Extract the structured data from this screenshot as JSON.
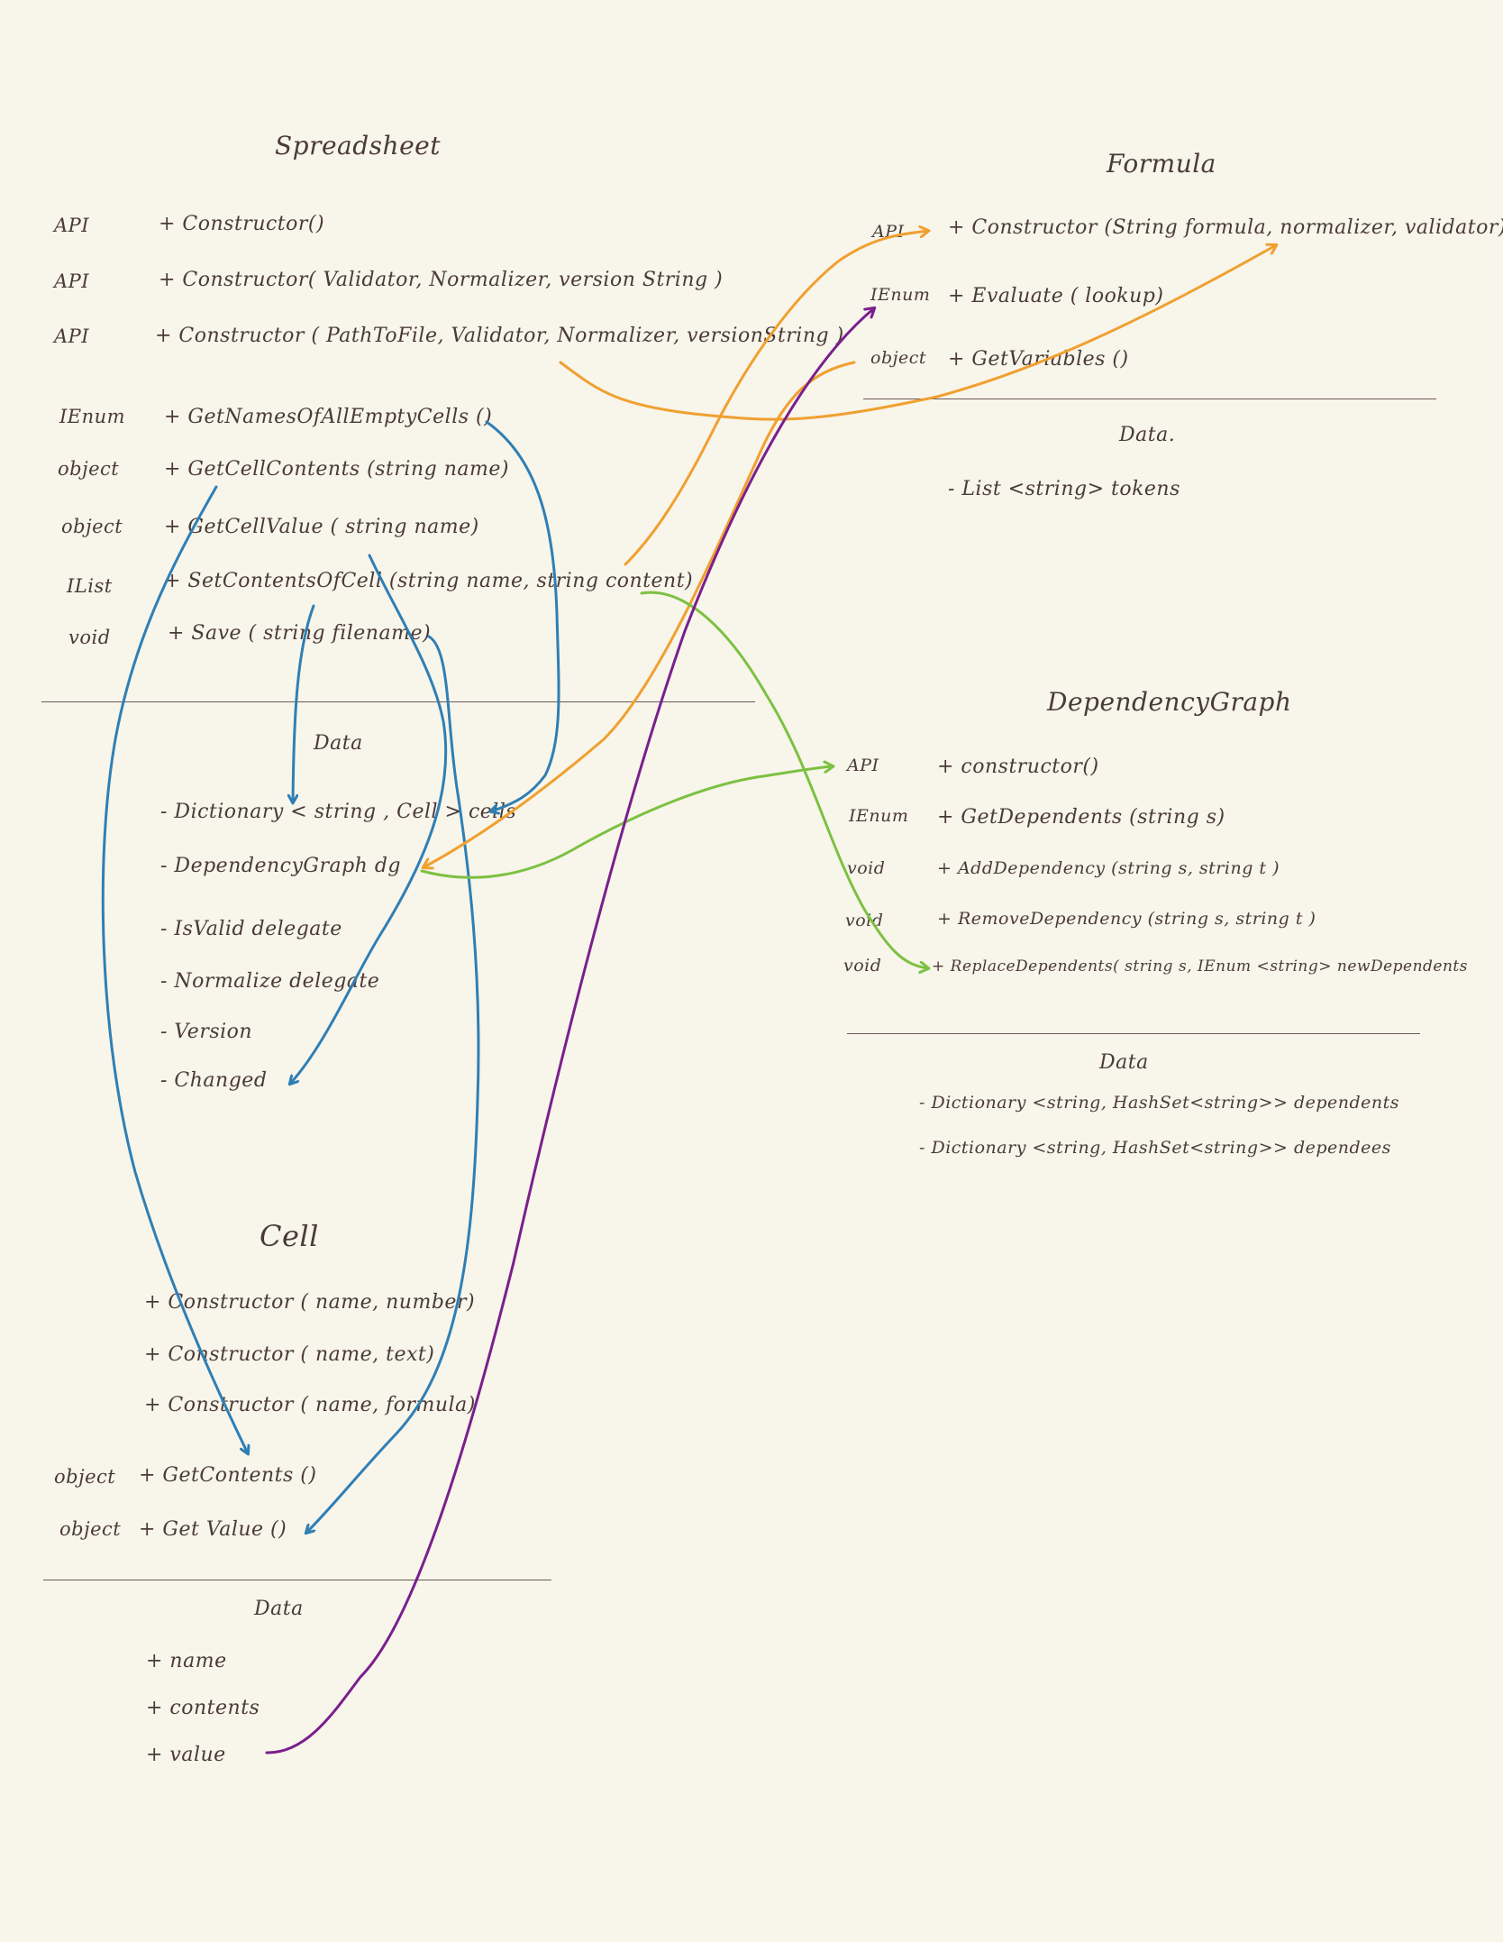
{
  "spreadsheet": {
    "title": "Spreadsheet",
    "api_rows": [
      {
        "type": "API",
        "sig": "+ Constructor()"
      },
      {
        "type": "API",
        "sig": "+ Constructor( Validator, Normalizer, version String )"
      },
      {
        "type": "API",
        "sig": "+ Constructor ( PathToFile, Validator, Normalizer, versionString )"
      },
      {
        "type": "IEnum",
        "sig": "+ GetNamesOfAllEmptyCells ()"
      },
      {
        "type": "object",
        "sig": "+ GetCellContents (string name)"
      },
      {
        "type": "object",
        "sig": "+ GetCellValue ( string name)"
      },
      {
        "type": "IList",
        "sig": "+ SetContentsOfCell (string name, string content)"
      },
      {
        "type": "void",
        "sig": "+ Save ( string filename)"
      }
    ],
    "data_title": "Data",
    "data_rows": [
      "- Dictionary < string , Cell >  cells",
      "- DependencyGraph  dg",
      "- IsValid  delegate",
      "- Normalize delegate",
      "- Version",
      "- Changed"
    ]
  },
  "formula": {
    "title": "Formula",
    "api_rows": [
      {
        "type": "API",
        "sig": "+ Constructor (String formula, normalizer, validator)"
      },
      {
        "type": "IEnum",
        "sig": "+ Evaluate ( lookup)"
      },
      {
        "type": "object",
        "sig": "+ GetVariables ()"
      }
    ],
    "data_title": "Data.",
    "data_rows": [
      "- List <string>  tokens"
    ]
  },
  "dependency_graph": {
    "title": "DependencyGraph",
    "api_rows": [
      {
        "type": "API",
        "sig": "+ constructor()"
      },
      {
        "type": "IEnum",
        "sig": "+ GetDependents (string s)"
      },
      {
        "type": "void",
        "sig": "+ AddDependency (string s, string t )"
      },
      {
        "type": "void",
        "sig": "+ RemoveDependency (string s, string t )"
      },
      {
        "type": "void",
        "sig": "+ ReplaceDependents( string s, IEnum <string> newDependents"
      }
    ],
    "data_title": "Data",
    "data_rows": [
      "- Dictionary <string, HashSet<string>>  dependents",
      "- Dictionary <string, HashSet<string>>  dependees"
    ]
  },
  "cell": {
    "title": "Cell",
    "ctor_rows": [
      "+ Constructor ( name, number)",
      "+ Constructor ( name, text)",
      "+ Constructor ( name, formula)"
    ],
    "api_rows": [
      {
        "type": "object",
        "sig": "+ GetContents ()"
      },
      {
        "type": "object",
        "sig": "+ Get Value  ()"
      }
    ],
    "data_title": "Data",
    "data_rows": [
      "+ name",
      "+ contents",
      "+ value"
    ]
  },
  "colors": {
    "background": "#f8f5ea",
    "ink": "#4a3a3a",
    "blue": "#2f7fb5",
    "orange": "#f0a030",
    "green": "#7cc142",
    "purple": "#7a1f8e"
  }
}
